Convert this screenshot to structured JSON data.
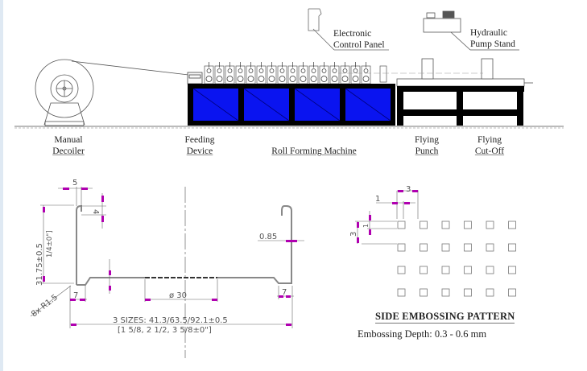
{
  "machine_line": {
    "labels": {
      "decoiler": [
        "Manual",
        "Decoiler"
      ],
      "feeding": [
        "Feeding",
        "Device"
      ],
      "roll_forming": "Roll Forming Machine",
      "flying_punch": [
        "Flying",
        "Punch"
      ],
      "flying_cutoff": [
        "Flying",
        "Cut-Off"
      ],
      "control_panel": [
        "Electronic",
        "Control Panel"
      ],
      "pump_stand": [
        "Hydraulic",
        "Pump Stand"
      ]
    },
    "roll_stations": 16,
    "colors": {
      "panel_blue": "#0a14f0",
      "frame": "#000000",
      "dimension": "#b000b0"
    }
  },
  "profile_drawing": {
    "dim_lip_width": "5",
    "dim_lip_height": "4",
    "dim_height": "31.75±0.5",
    "dim_height_imperial": "1/4±0\"]",
    "dim_height_imperial_display": "1/4±0\"]",
    "dim_radius": "8x R1.5",
    "dim_flange_left": "7",
    "dim_flange_right": "7",
    "dim_thickness": "0.85",
    "dim_hole": "ø 30",
    "dim_width": "3 SIZES: 41.3/63.5/92.1±0.5",
    "dim_width_imperial": "[1 5/8, 2 1/2, 3 5/8±0\"]"
  },
  "embossing": {
    "title": "SIDE EMBOSSING PATTERN",
    "depth_label": "Embossing Depth: 0.3 - 0.6 mm",
    "dim_size": "1",
    "dim_pitch": "3",
    "dim_size_v": "1",
    "dim_pitch_v": "3",
    "rows": 4,
    "cols": 6
  }
}
